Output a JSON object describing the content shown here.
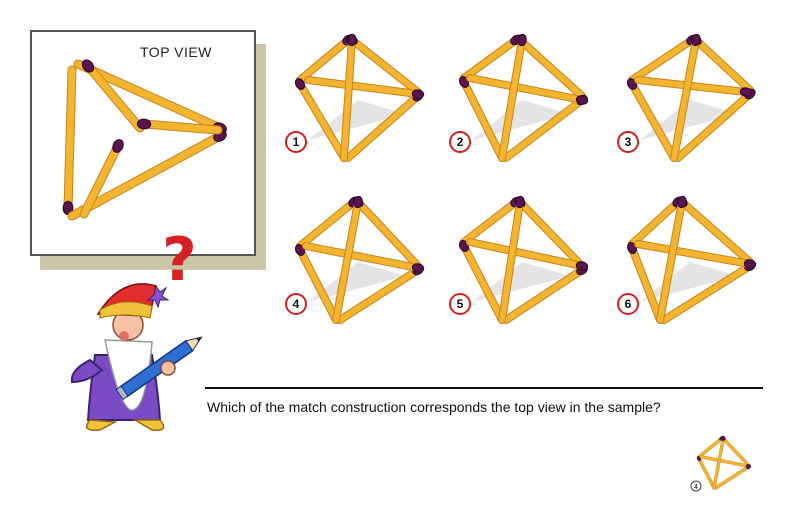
{
  "sample": {
    "title": "TOP VIEW",
    "question_mark": "?"
  },
  "options": [
    {
      "number": "1"
    },
    {
      "number": "2"
    },
    {
      "number": "3"
    },
    {
      "number": "4"
    },
    {
      "number": "5"
    },
    {
      "number": "6"
    }
  ],
  "question": "Which of the match construction corresponds the top view in the sample?",
  "answer": {
    "number": "4"
  },
  "colors": {
    "match_stick": "#f3b530",
    "match_edge": "#c9821a",
    "match_head": "#5a1550",
    "circle": "#d22020"
  }
}
